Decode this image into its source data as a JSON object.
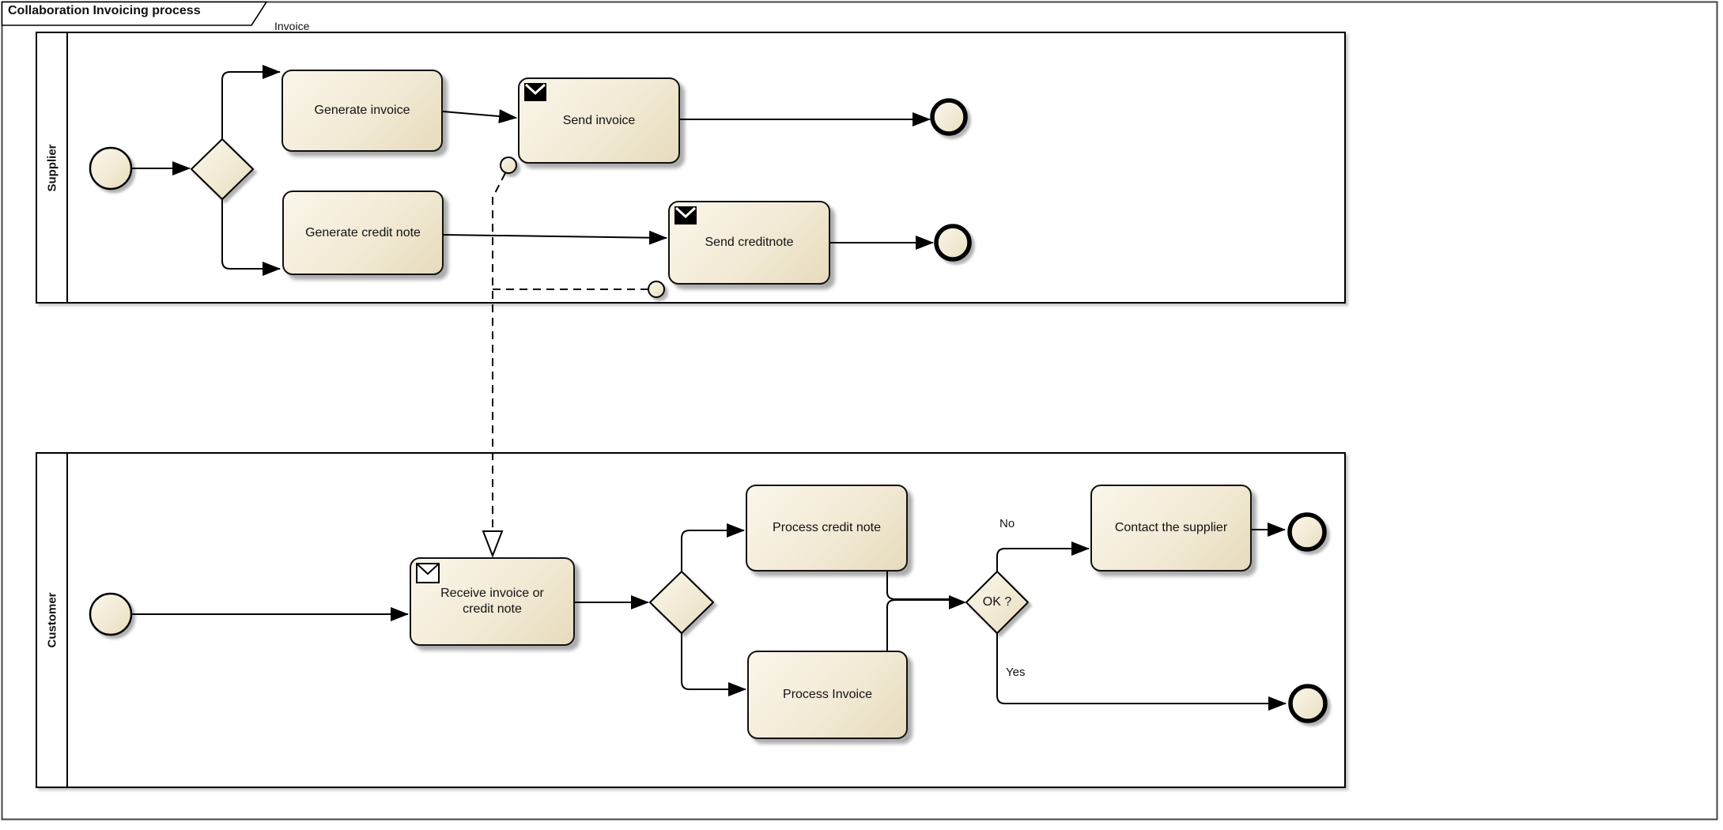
{
  "frame": {
    "title": "Collaboration Invoicing process",
    "group_label": "Invoice"
  },
  "pools": {
    "supplier": {
      "label": "Supplier"
    },
    "customer": {
      "label": "Customer"
    }
  },
  "nodes": {
    "generate_invoice": "Generate invoice",
    "send_invoice": "Send invoice",
    "generate_credit_note": "Generate credit note",
    "send_creditnote": "Send creditnote",
    "receive_invoice_or_credit_note": "Receive invoice or credit note",
    "process_credit_note": "Process credit note",
    "process_invoice": "Process Invoice",
    "contact_the_supplier": "Contact the supplier",
    "ok_gateway": "OK ?"
  },
  "flow_labels": {
    "no": "No",
    "yes": "Yes"
  },
  "icons": {
    "send_task": "message-send-icon",
    "receive_task": "message-receive-icon",
    "message_flow_source": "message-flow-source-marker",
    "message_flow_target": "open-arrowhead-icon"
  },
  "colors": {
    "node_fill_light": "#FAF6EA",
    "node_fill_dark": "#E7DBBC",
    "stroke": "#000000",
    "frame_border": "#444444",
    "shadow": "rgba(0,0,0,0.33)"
  }
}
